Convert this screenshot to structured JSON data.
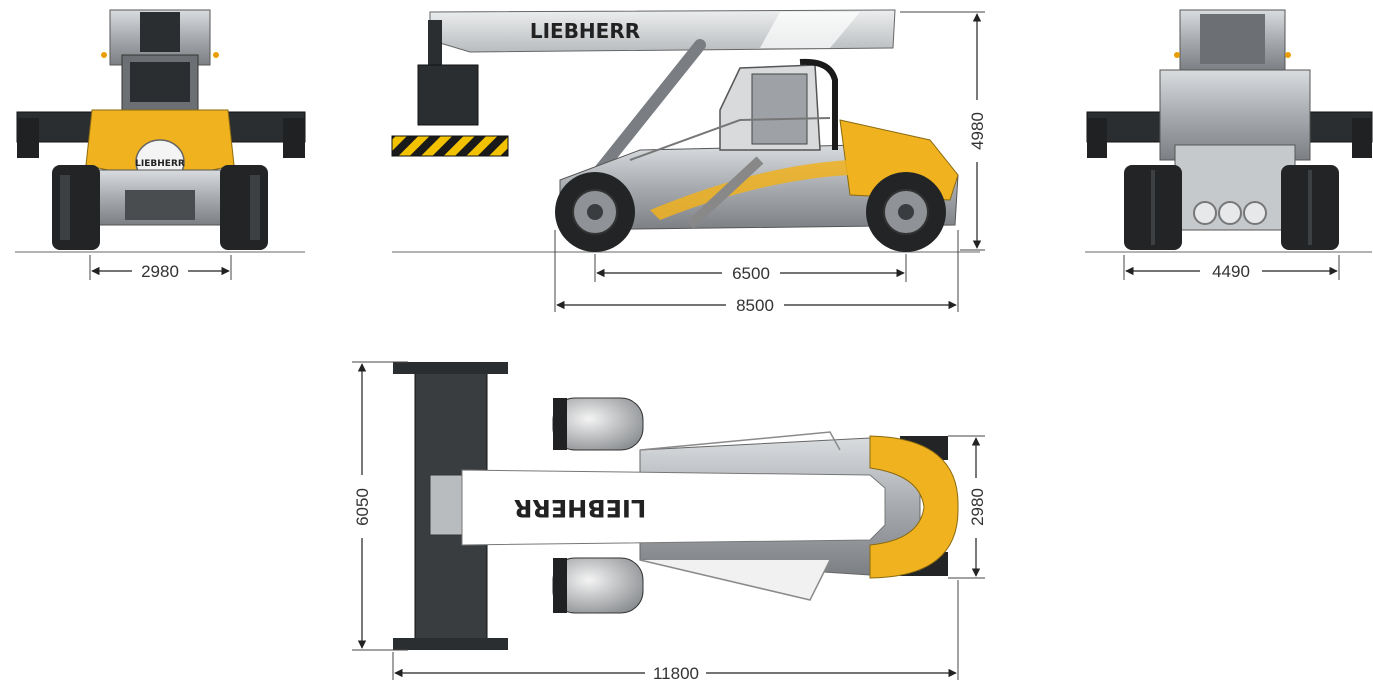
{
  "brand": {
    "name": "LIEBHERR"
  },
  "colors": {
    "body_yellow": "#f0b21e",
    "steel": "#9a9ea2",
    "dark_steel": "#3a3d40",
    "tyre": "#222426",
    "line": "#555555",
    "hazard_yellow": "#f2c200"
  },
  "views": {
    "front": {
      "dimensions": {
        "track_width": "2980"
      }
    },
    "side": {
      "dimensions": {
        "height": "4980",
        "wheelbase": "6500",
        "overall_length": "8500"
      }
    },
    "rear": {
      "dimensions": {
        "width": "4490"
      }
    },
    "top": {
      "dimensions": {
        "spreader_width": "6050",
        "chassis_width": "2980",
        "total_length": "11800"
      }
    }
  }
}
